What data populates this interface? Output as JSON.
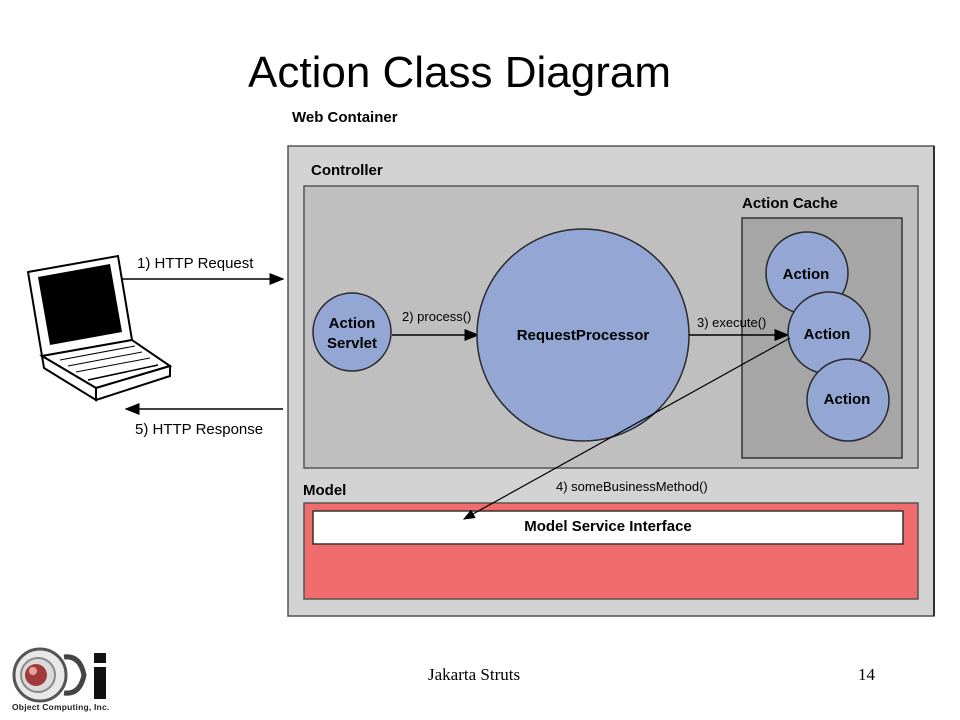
{
  "slide": {
    "title": "Action Class Diagram",
    "footer_text": "Jakarta Struts",
    "page_number": "14"
  },
  "logo": {
    "text": "Object Computing, Inc.",
    "icon": "oci-logo"
  },
  "diagram": {
    "web_container_label": "Web Container",
    "controller_label": "Controller",
    "action_cache_label": "Action Cache",
    "model_label": "Model",
    "action_servlet_line1": "Action",
    "action_servlet_line2": "Servlet",
    "request_processor_label": "RequestProcessor",
    "action_labels": [
      "Action",
      "Action",
      "Action"
    ],
    "model_service_interface_label": "Model Service Interface",
    "http_request_label": "1) HTTP Request",
    "process_label": "2) process()",
    "execute_label": "3) execute()",
    "business_method_label": "4) someBusinessMethod()",
    "http_response_label": "5) HTTP Response",
    "colors": {
      "circle_fill": "#93a6d4",
      "circle_stroke": "#2a2a2a",
      "container_fill": "#d3d3d3",
      "controller_fill": "#bfbfbf",
      "cache_fill": "#a6a6a6",
      "model_fill": "#f06b6b"
    }
  }
}
